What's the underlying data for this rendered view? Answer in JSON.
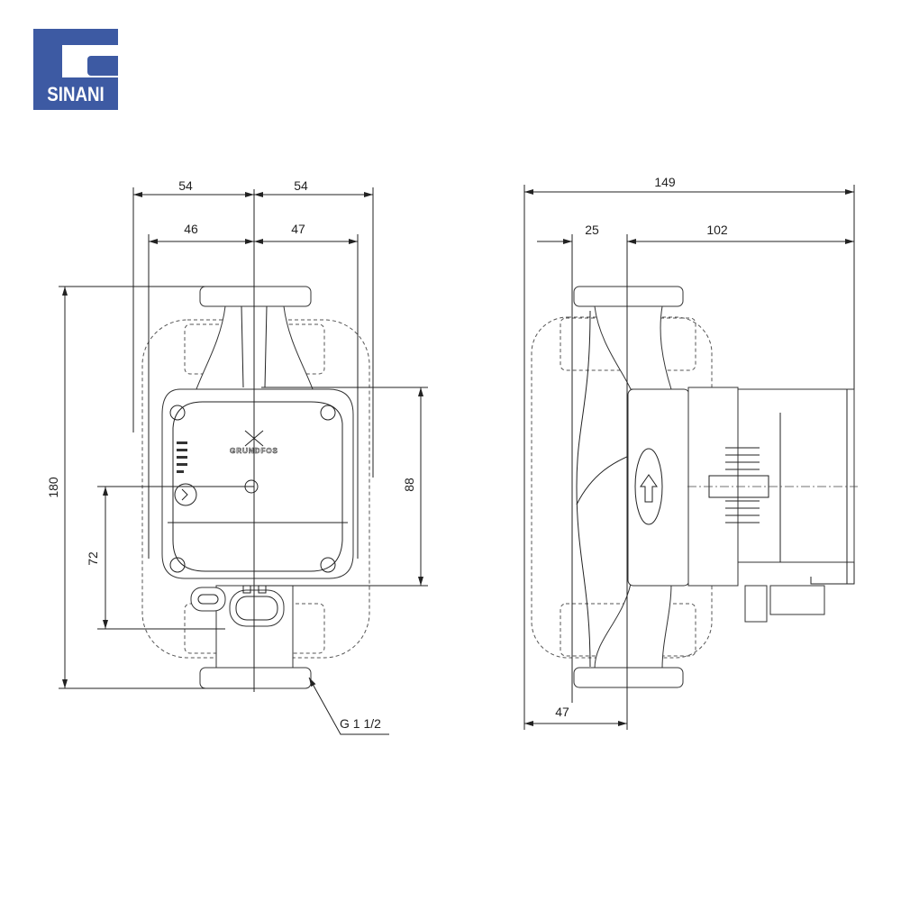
{
  "logo": {
    "text": "SINANI",
    "color": "#3d5aa3"
  },
  "front_view": {
    "dims": {
      "top_left_outer": "54",
      "top_right_outer": "54",
      "top_left_inner": "46",
      "top_right_inner": "47",
      "height_total": "180",
      "height_axis": "72",
      "control_box_height": "88"
    },
    "thread_label": "G 1 1/2",
    "brand_text": "GRUNDFOS"
  },
  "side_view": {
    "dims": {
      "total_length": "149",
      "flange_offset": "25",
      "motor_length": "102",
      "axis_offset": "47"
    }
  }
}
